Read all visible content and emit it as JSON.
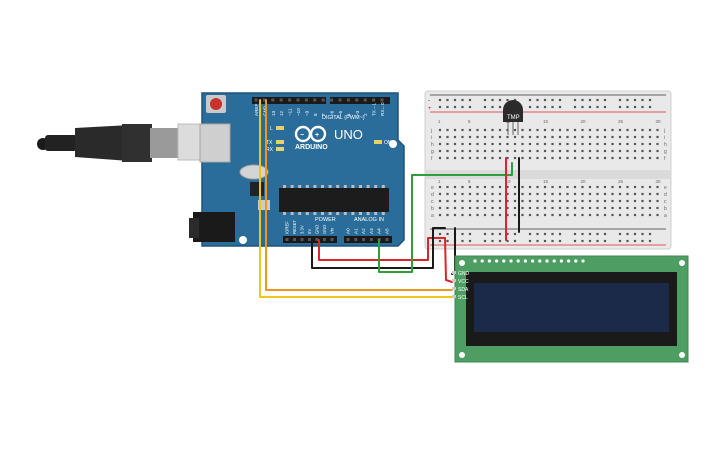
{
  "arduino": {
    "brand": "ARDUINO",
    "model": "UNO",
    "digital_label": "DIGITAL (PWM~)",
    "power_label": "POWER",
    "analog_label": "ANALOG IN",
    "on_label": "ON",
    "l_label": "L",
    "tx_label": "TX",
    "rx_label": "RX",
    "top_pins": [
      "AREF",
      "GND",
      "13",
      "12",
      "~11",
      "~10",
      "~9",
      "8",
      "7",
      "~6",
      "~5",
      "4",
      "~3",
      "2",
      "TX→1",
      "RX←0"
    ],
    "power_pins": [
      "IOREF",
      "RESET",
      "3.3V",
      "5V",
      "GND",
      "GND",
      "Vin"
    ],
    "analog_pins": [
      "A0",
      "A1",
      "A2",
      "A3",
      "A4",
      "A5"
    ],
    "colors": {
      "board": "#2a6d9a",
      "edge": "#1d557b"
    }
  },
  "breadboard": {
    "row_letters_top": [
      "j",
      "i",
      "h",
      "g",
      "f"
    ],
    "row_letters_bottom": [
      "e",
      "d",
      "c",
      "b",
      "a"
    ],
    "column_numbers": [
      "1",
      "5",
      "10",
      "15",
      "20",
      "25",
      "30"
    ],
    "rail_plus": "+",
    "rail_minus": "-"
  },
  "sensor": {
    "label": "TMP"
  },
  "lcd": {
    "pin_labels": [
      "GND",
      "VCC",
      "SDA",
      "SCL"
    ],
    "colors": {
      "pcb": "#4e9e63",
      "screen": "#1c2a4a"
    }
  },
  "wire_colors": {
    "red": "#d8262b",
    "black": "#1a1a1a",
    "green": "#2e9e3a",
    "orange": "#f0951e",
    "yellow": "#f2c51b"
  },
  "icons": [
    "usb-cable-icon",
    "power-jack-icon",
    "reset-button-icon",
    "infinity-logo-icon"
  ]
}
